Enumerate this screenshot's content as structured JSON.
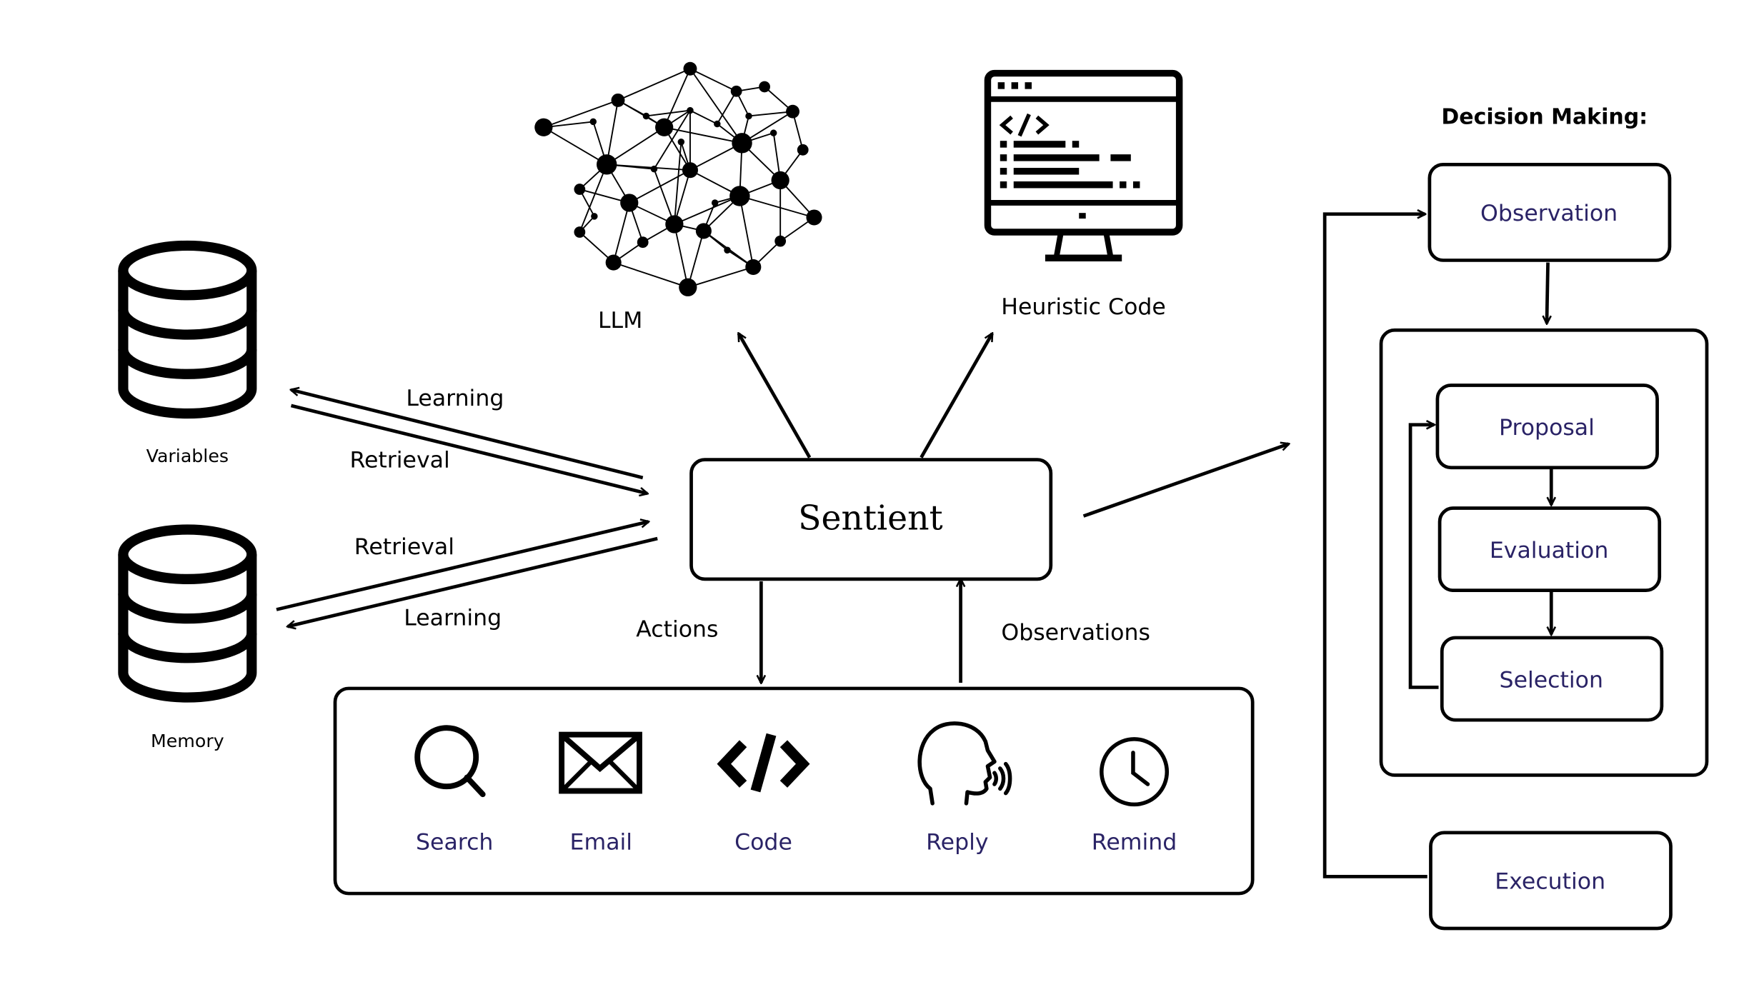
{
  "colors": {
    "ink": "#000000",
    "label_accent": "#2a2366",
    "background": "#ffffff"
  },
  "central": {
    "label": "Sentient"
  },
  "resources": {
    "llm": {
      "label": "LLM",
      "icon": "neural-network-icon"
    },
    "heuristic_code": {
      "label": "Heuristic Code",
      "icon": "code-monitor-icon"
    }
  },
  "stores": {
    "variables": {
      "label": "Variables",
      "icon": "database-icon"
    },
    "memory": {
      "label": "Memory",
      "icon": "database-icon"
    }
  },
  "edges": {
    "variables_learning": "Learning",
    "variables_retrieval": "Retrieval",
    "memory_retrieval": "Retrieval",
    "memory_learning": "Learning",
    "actions": "Actions",
    "observations": "Observations"
  },
  "tools": [
    {
      "label": "Search",
      "icon": "magnifier-icon"
    },
    {
      "label": "Email",
      "icon": "envelope-icon"
    },
    {
      "label": "Code",
      "icon": "code-brackets-icon"
    },
    {
      "label": "Reply",
      "icon": "speaking-head-icon"
    },
    {
      "label": "Remind",
      "icon": "clock-icon"
    }
  ],
  "decision_making": {
    "title": "Decision Making:",
    "observation": "Observation",
    "proposal": "Proposal",
    "evaluation": "Evaluation",
    "selection": "Selection",
    "execution": "Execution"
  }
}
